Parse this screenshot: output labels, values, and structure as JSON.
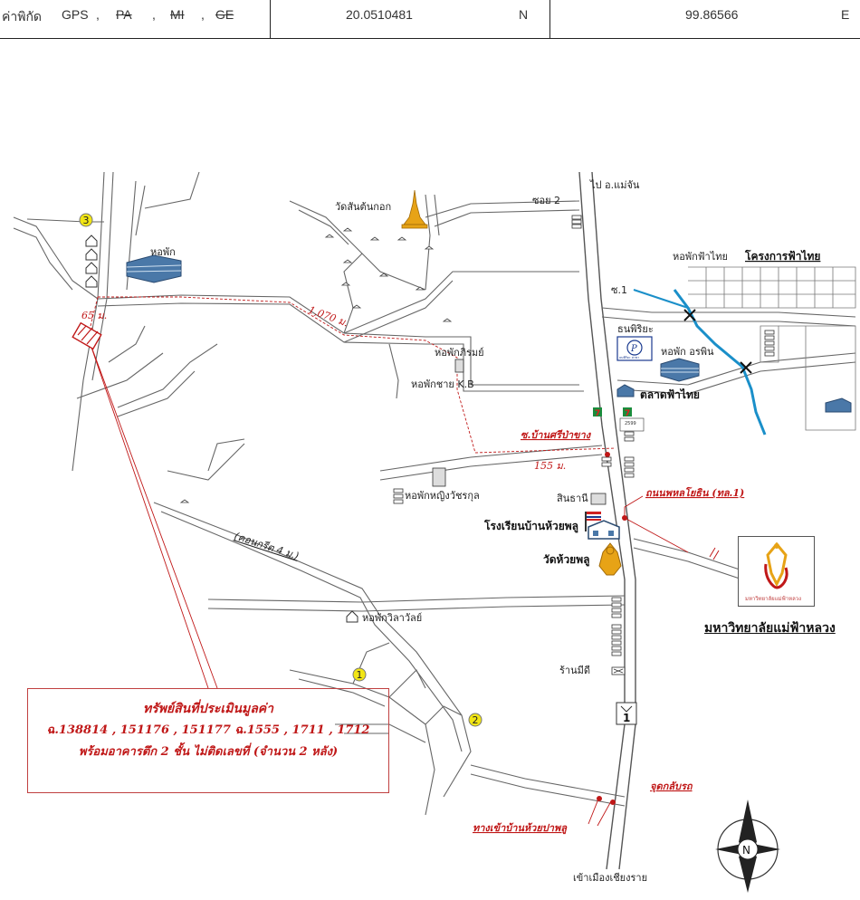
{
  "header": {
    "label": "ค่าพิกัด",
    "gps": "GPS",
    "sep": ",",
    "pa": "PA",
    "mi": "MI",
    "ge": "GE",
    "lat": "20.0510481",
    "lat_dir": "N",
    "lon": "99.86566",
    "lon_dir": "E"
  },
  "places": {
    "dorm_top_left": "หอพัก",
    "temple_santonkok": "วัดสันต้นกอก",
    "soi2": "ซอย 2",
    "to_maechan": "ไป อ.แม่จัน",
    "dorm_fahthai": "หอพักฟ้าไทย",
    "fahthai_project": "โครงการฟ้าไทย",
    "soi1": "ซ.1",
    "bank_label": "ธนพิริยะ",
    "dorm_orapin": "หอพัก อรพิน",
    "market_fahthai": "ตลาดฟ้าไทย",
    "dorm_phirom": "หอพักภิรมย์",
    "dorm_kb": "หอพักชาย K.B",
    "soi_bansripakhang": "ซ.บ้านศรีป่าขาง",
    "dorm_wacharakul": "หอพักหญิงวัชรกุล",
    "sinthani": "สินธานี",
    "road_phahonyothin": "ถนนพหลโยธิน (ทล.1)",
    "school": "โรงเรียนบ้านห้วยพลู",
    "temple_huaiphlu": "วัดห้วยพลู",
    "concrete_road": "(คอนกรีต 4 ม.)",
    "dorm_wilawan": "หอพักวิลาวัลย์",
    "shop_meedee": "ร้านมีดี",
    "uturn": "จุดกลับรถ",
    "entrance": "ทางเข้าบ้านห้วยปาพลู",
    "to_chiangrai": "เข้าเมืองเชียงราย",
    "university": "มหาวิทยาลัยแม่ฟ้าหลวง",
    "university_caption": "มหาวิทยาลัยแม่ฟ้าหลวง",
    "bank_caption": "ธนพิริยะ สาขา",
    "store_sign": "7",
    "shop_code": "2599",
    "highway_number": "1",
    "north": "N"
  },
  "distances": {
    "d65": "65 ม.",
    "d1070": "1,070 ม.",
    "d155": "155 ม."
  },
  "markers": [
    "1",
    "2",
    "3"
  ],
  "property": {
    "title": "ทรัพย์สินที่ประเมินมูลค่า",
    "deeds": "ฉ.138814 , 151176 , 151177 ฉ.1555 , 1711 , 1712",
    "building": "พร้อมอาคารตึก 2 ชั้น ไม่ติดเลขที่ (จำนวน 2 หลัง)"
  },
  "colors": {
    "road": "#555555",
    "stream": "#1a8fc9",
    "red": "#c01818",
    "marker": "#f2e614",
    "temple": "#e7a316",
    "building": "#4a78a8"
  }
}
